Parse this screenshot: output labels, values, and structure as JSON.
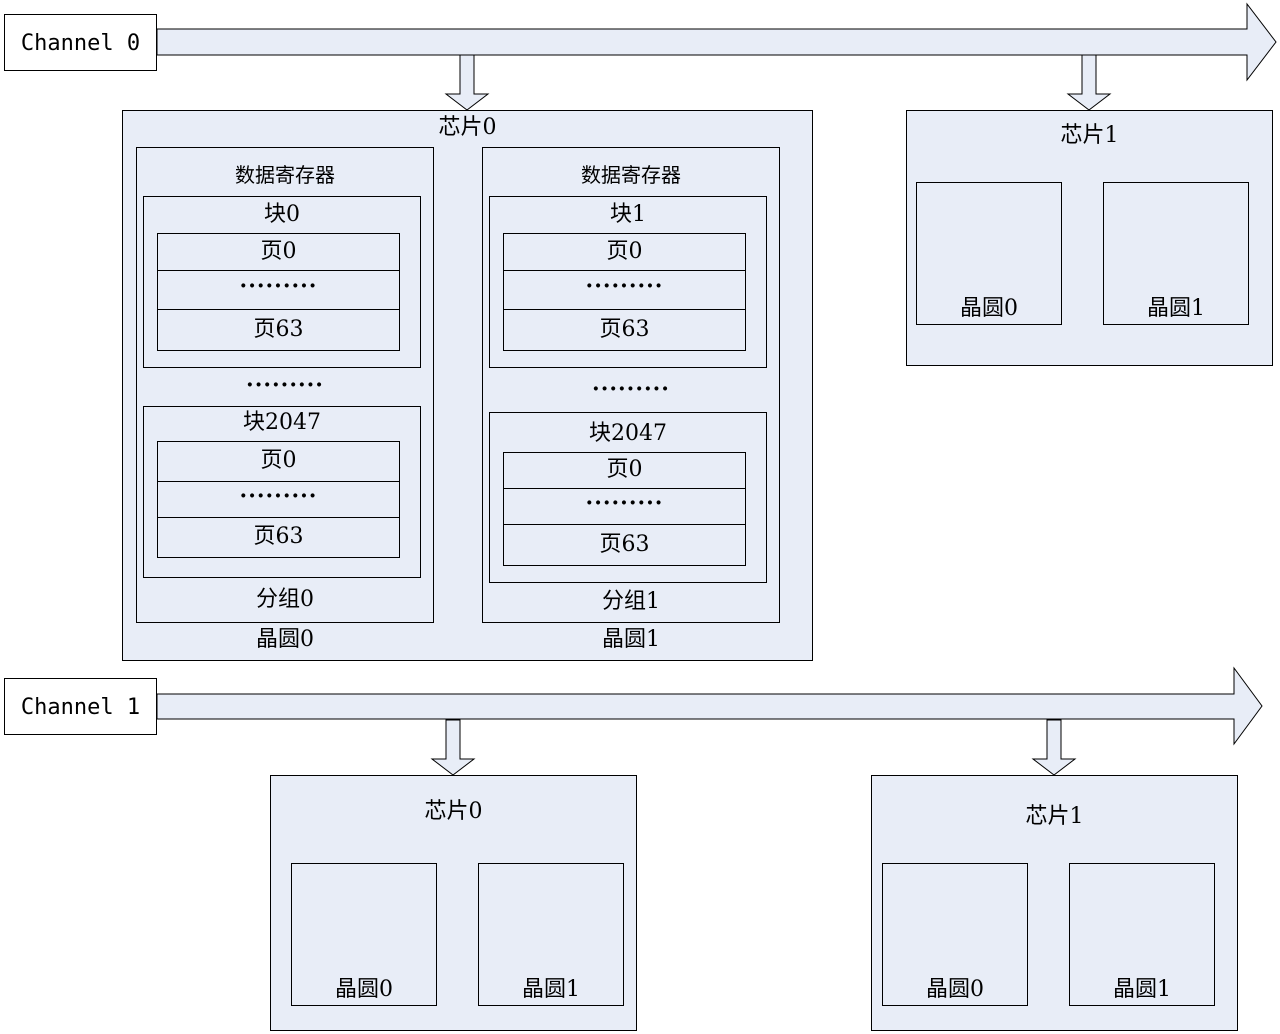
{
  "channels": [
    {
      "label": "Channel 0",
      "chip0": {
        "title": "芯片0",
        "dies": [
          {
            "title": "晶圆0",
            "plane_label": "分组0",
            "register_label": "数据寄存器",
            "blocks": [
              {
                "title": "块0",
                "pages": [
                  "页0",
                  "·········",
                  "页63"
                ]
              },
              {
                "title": "块2047",
                "pages": [
                  "页0",
                  "·········",
                  "页63"
                ]
              }
            ],
            "block_ellipsis": "·········"
          },
          {
            "title": "晶圆1",
            "plane_label": "分组1",
            "register_label": "数据寄存器",
            "blocks": [
              {
                "title": "块1",
                "pages": [
                  "页0",
                  "·········",
                  "页63"
                ]
              },
              {
                "title": "块2047",
                "pages": [
                  "页0",
                  "·········",
                  "页63"
                ]
              }
            ],
            "block_ellipsis": "·········"
          }
        ]
      },
      "chip1": {
        "title": "芯片1",
        "dies": [
          "晶圆0",
          "晶圆1"
        ]
      }
    },
    {
      "label": "Channel 1",
      "chip0": {
        "title": "芯片0",
        "dies": [
          "晶圆0",
          "晶圆1"
        ]
      },
      "chip1": {
        "title": "芯片1",
        "dies": [
          "晶圆0",
          "晶圆1"
        ]
      }
    }
  ],
  "colors": {
    "fill": "#e8edf7",
    "stroke": "#000000"
  }
}
